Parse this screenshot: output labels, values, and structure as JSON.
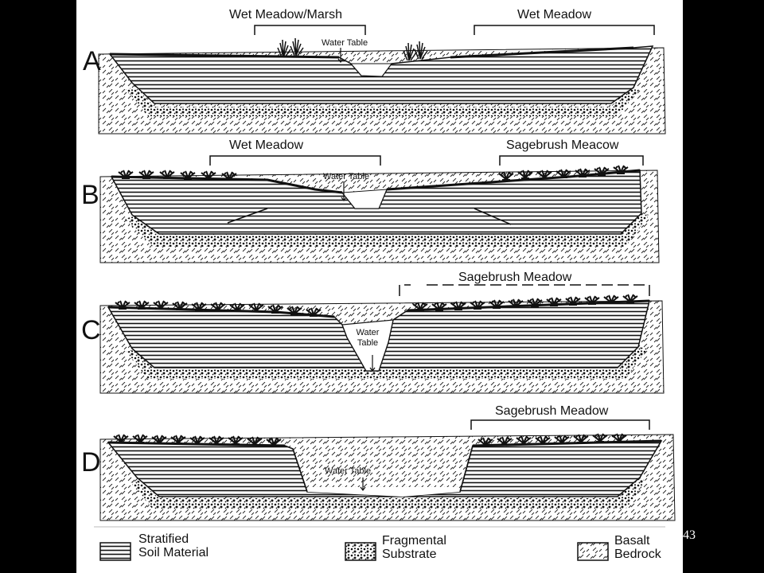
{
  "panels": [
    {
      "letter": "A",
      "zones": [
        "Wet Meadow/Marsh",
        "Wet Meadow"
      ],
      "water_table": "Water Table"
    },
    {
      "letter": "B",
      "zones": [
        "Wet Meadow",
        "Sagebrush Meacow"
      ],
      "water_table": "Water Table"
    },
    {
      "letter": "C",
      "zones": [
        "Sagebrush Meadow"
      ],
      "water_table": "Water Table"
    },
    {
      "letter": "D",
      "zones": [
        "Sagebrush Meadow"
      ],
      "water_table": "Water Table"
    }
  ],
  "legend": [
    {
      "key": "stratified",
      "line1": "Stratified",
      "line2": "Soil Material"
    },
    {
      "key": "fragmental",
      "line1": "Fragmental",
      "line2": "Substrate"
    },
    {
      "key": "basalt",
      "line1": "Basalt",
      "line2": "Bedrock"
    }
  ],
  "page_number": "43"
}
